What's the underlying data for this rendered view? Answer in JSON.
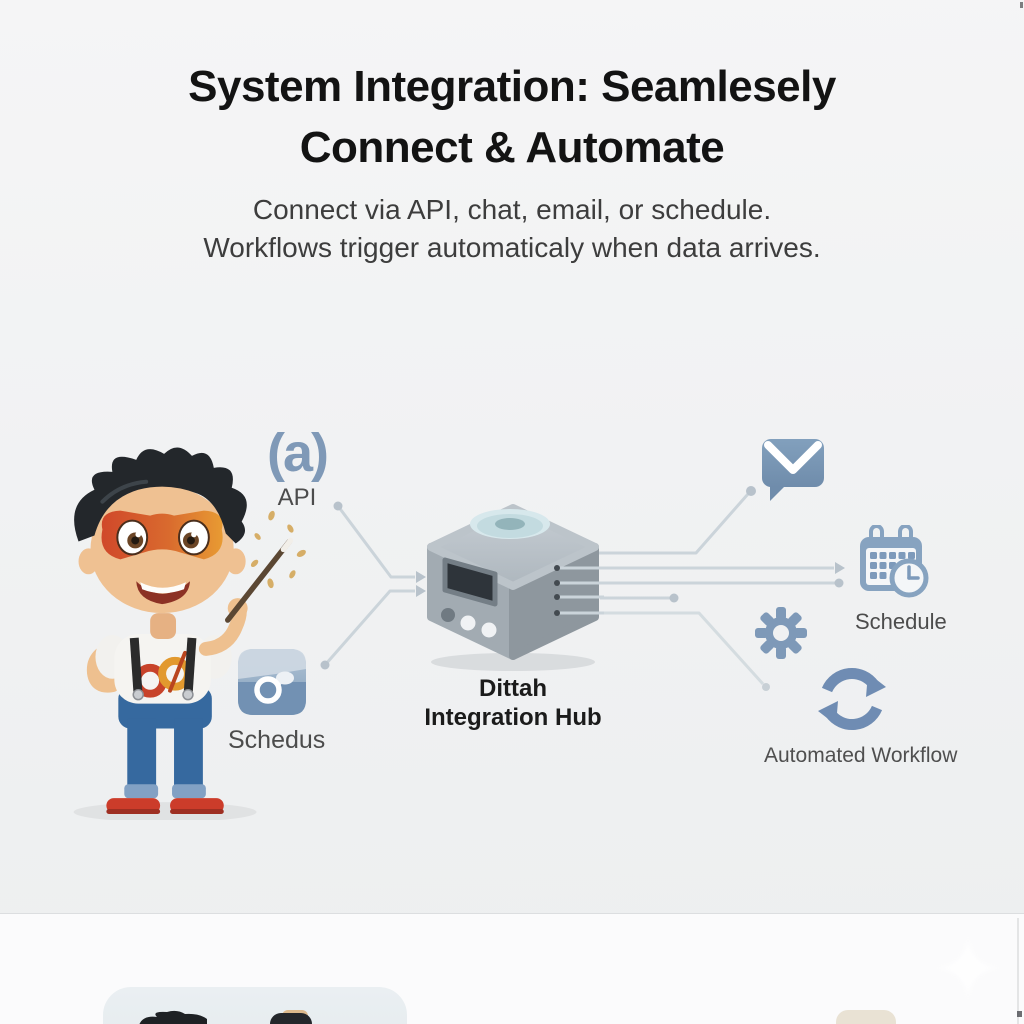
{
  "header": {
    "title_line1": "System Integration: Seamlesely",
    "title_line2": "Connect & Automate",
    "subtitle_line1": "Connect via API, chat, email, or schedule.",
    "subtitle_line2": "Workflows trigger automaticaly when data arrives."
  },
  "diagram": {
    "api": {
      "glyph": "(a)",
      "label": "API"
    },
    "schedus": {
      "label": "Schedus"
    },
    "hub": {
      "name_line1": "Dittah",
      "name_line2": "Integration Hub"
    },
    "schedule": {
      "label": "Schedule"
    },
    "workflow": {
      "label": "Automated Workflow"
    }
  },
  "icons": {
    "api": "at-parentheses-icon",
    "schedus": "link-tile-icon",
    "hub": "integration-hub-device",
    "chat_email": "envelope-chat-icon",
    "schedule": "calendar-clock-icon",
    "settings": "gear-icon",
    "workflow": "cycle-arrows-icon",
    "sparkle": "sparkle-icon",
    "mascot": "mascot-character"
  },
  "colors": {
    "accent_blue": "#7e99b8",
    "connector_gray": "#cbd4da",
    "title_text": "#131313",
    "subtitle_text": "#3d3d3d",
    "hub_body_gray": "#9aa4ab",
    "hub_ring_blue": "#d4e6ea",
    "mask_red": "#d0482a",
    "mask_orange": "#e89b33",
    "jeans_blue": "#36699f",
    "shoe_red": "#cc3c2a"
  }
}
